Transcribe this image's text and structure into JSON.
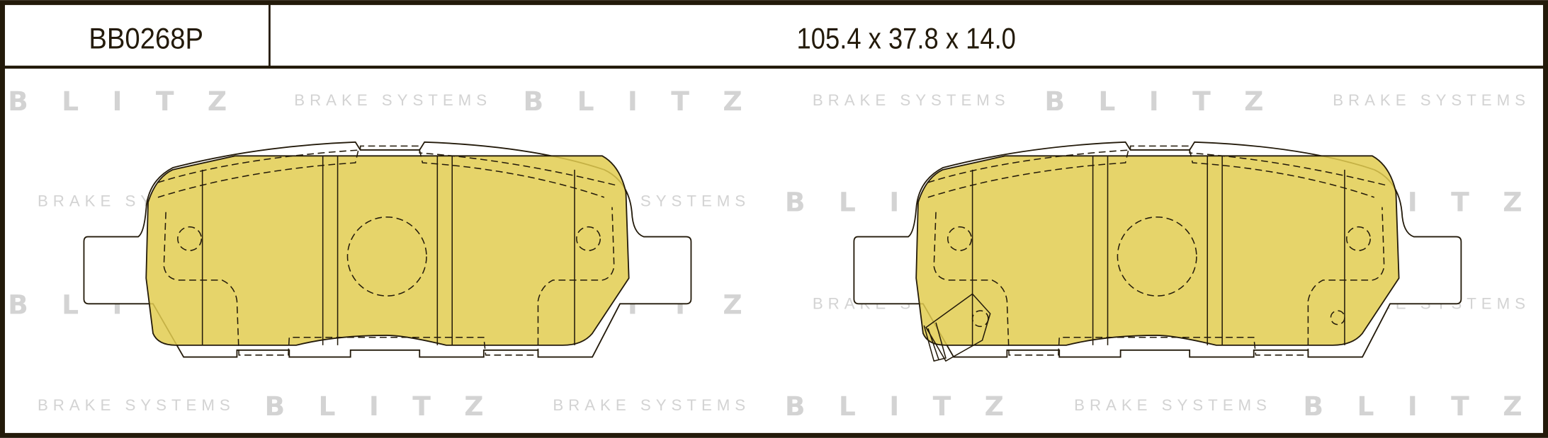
{
  "header": {
    "part_number": "BB0268P",
    "dimensions": "105.4 x 37.8 x 14.0"
  },
  "watermark": {
    "logo": "BLITZ",
    "tagline": "BRAKE SYSTEMS"
  },
  "colors": {
    "friction": "#e2cd50",
    "frame": "#231a0a",
    "watermark": "#d3d3d3"
  }
}
